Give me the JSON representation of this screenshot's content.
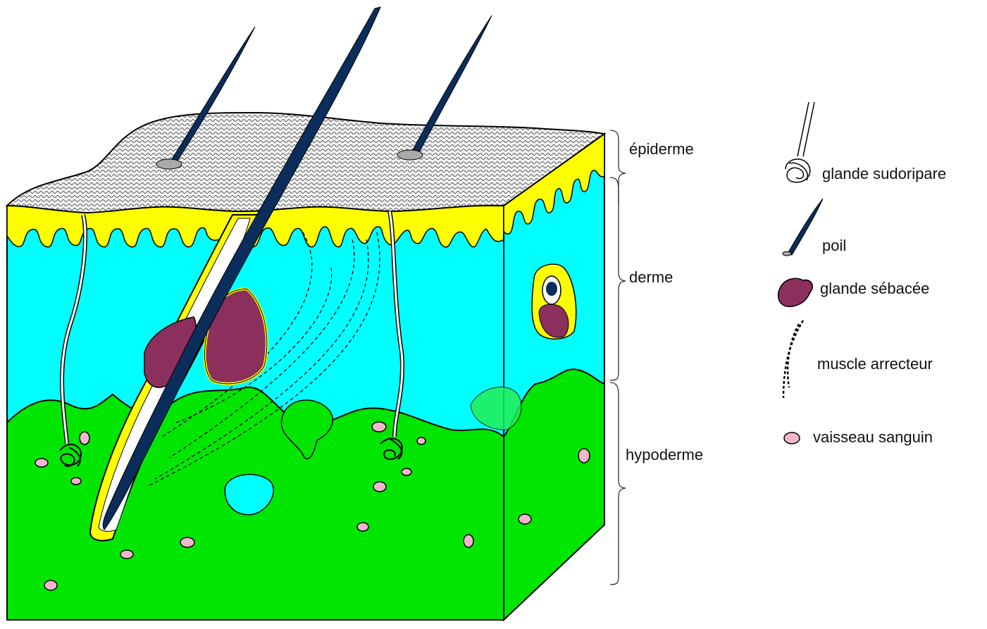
{
  "layers": {
    "epidermis": "épiderme",
    "dermis": "derme",
    "hypodermis": "hypoderme"
  },
  "legend": {
    "sweat_gland": "glande sudoripare",
    "hair": "poil",
    "sebaceous_gland": "glande sébacée",
    "arrector_muscle": "muscle arrecteur",
    "blood_vessel": "vaisseau sanguin"
  },
  "colors": {
    "epidermis_surface": "#eeeeee",
    "epidermis_yellow": "#ffff00",
    "dermis": "#00ffff",
    "hypodermis": "#00e600",
    "hair": "#0b2d5c",
    "sebaceous": "#8b2f5c",
    "vessel": "#f4b6cc"
  }
}
